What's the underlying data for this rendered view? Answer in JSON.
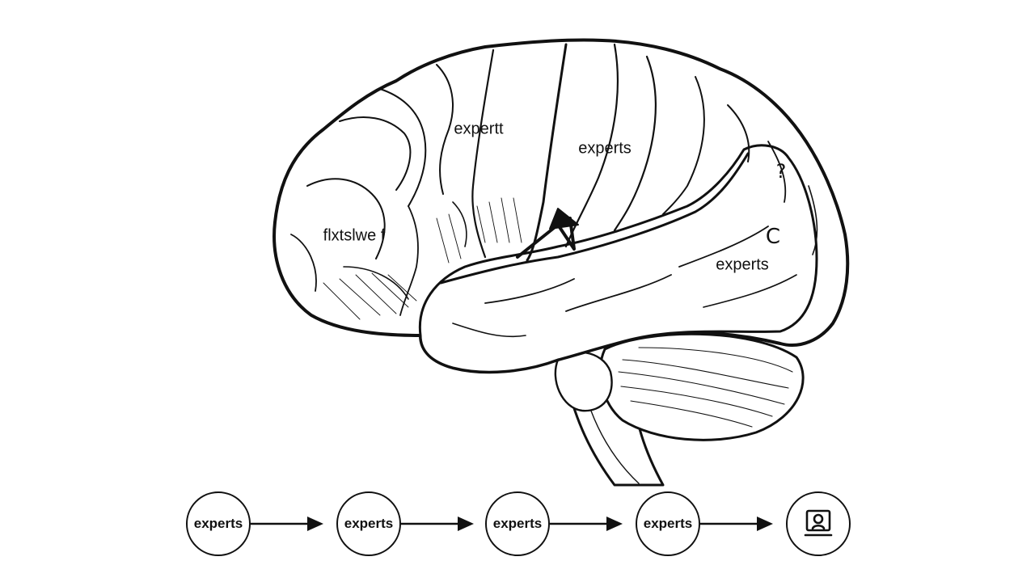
{
  "brain": {
    "labels": {
      "frontal": "flxtslwe f",
      "top": "expertt",
      "center": "experts",
      "parietal": "experts",
      "question": "?",
      "curl": "C"
    }
  },
  "pipeline": {
    "nodes": [
      "experts",
      "experts",
      "experts",
      "experts"
    ],
    "final_icon": "presenter-screen-icon"
  },
  "colors": {
    "ink": "#111111",
    "background": "#ffffff"
  }
}
